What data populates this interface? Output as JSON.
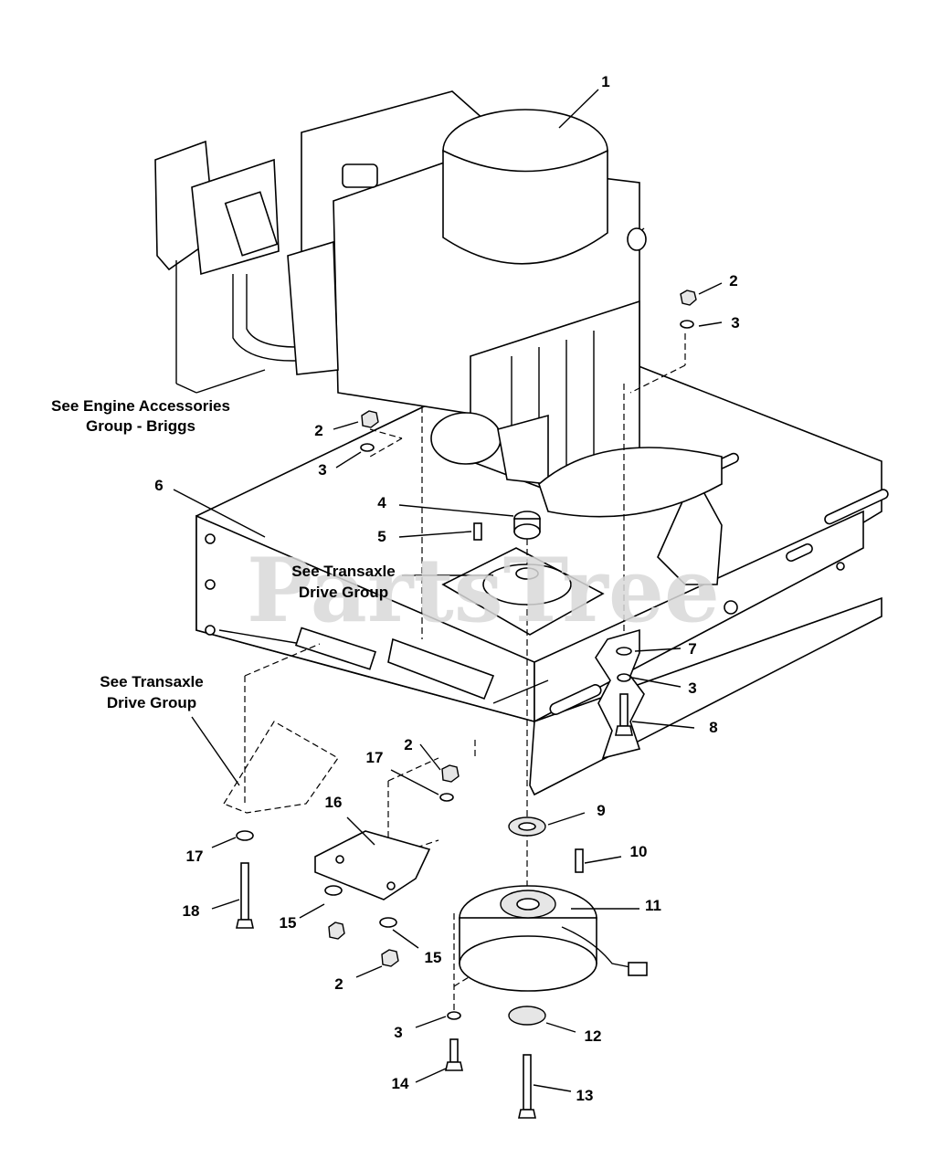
{
  "watermark": "PartsTree",
  "notes": {
    "engine_accessories_line1": "See Engine Accessories",
    "engine_accessories_line2": "Group - Briggs",
    "transaxle_top_line1": "See Transaxle",
    "transaxle_top_line2": "Drive Group",
    "transaxle_left_line1": "See Transaxle",
    "transaxle_left_line2": "Drive Group"
  },
  "callouts": {
    "c1": "1",
    "c2a": "2",
    "c3a": "3",
    "c2b": "2",
    "c3b": "3",
    "c4": "4",
    "c5": "5",
    "c6": "6",
    "c7": "7",
    "c3c": "3",
    "c8": "8",
    "c2c": "2",
    "c17a": "17",
    "c16": "16",
    "c9": "9",
    "c10": "10",
    "c11": "11",
    "c17b": "17",
    "c18": "18",
    "c15a": "15",
    "c15b": "15",
    "c2d": "2",
    "c3d": "3",
    "c12": "12",
    "c14": "14",
    "c13": "13"
  }
}
